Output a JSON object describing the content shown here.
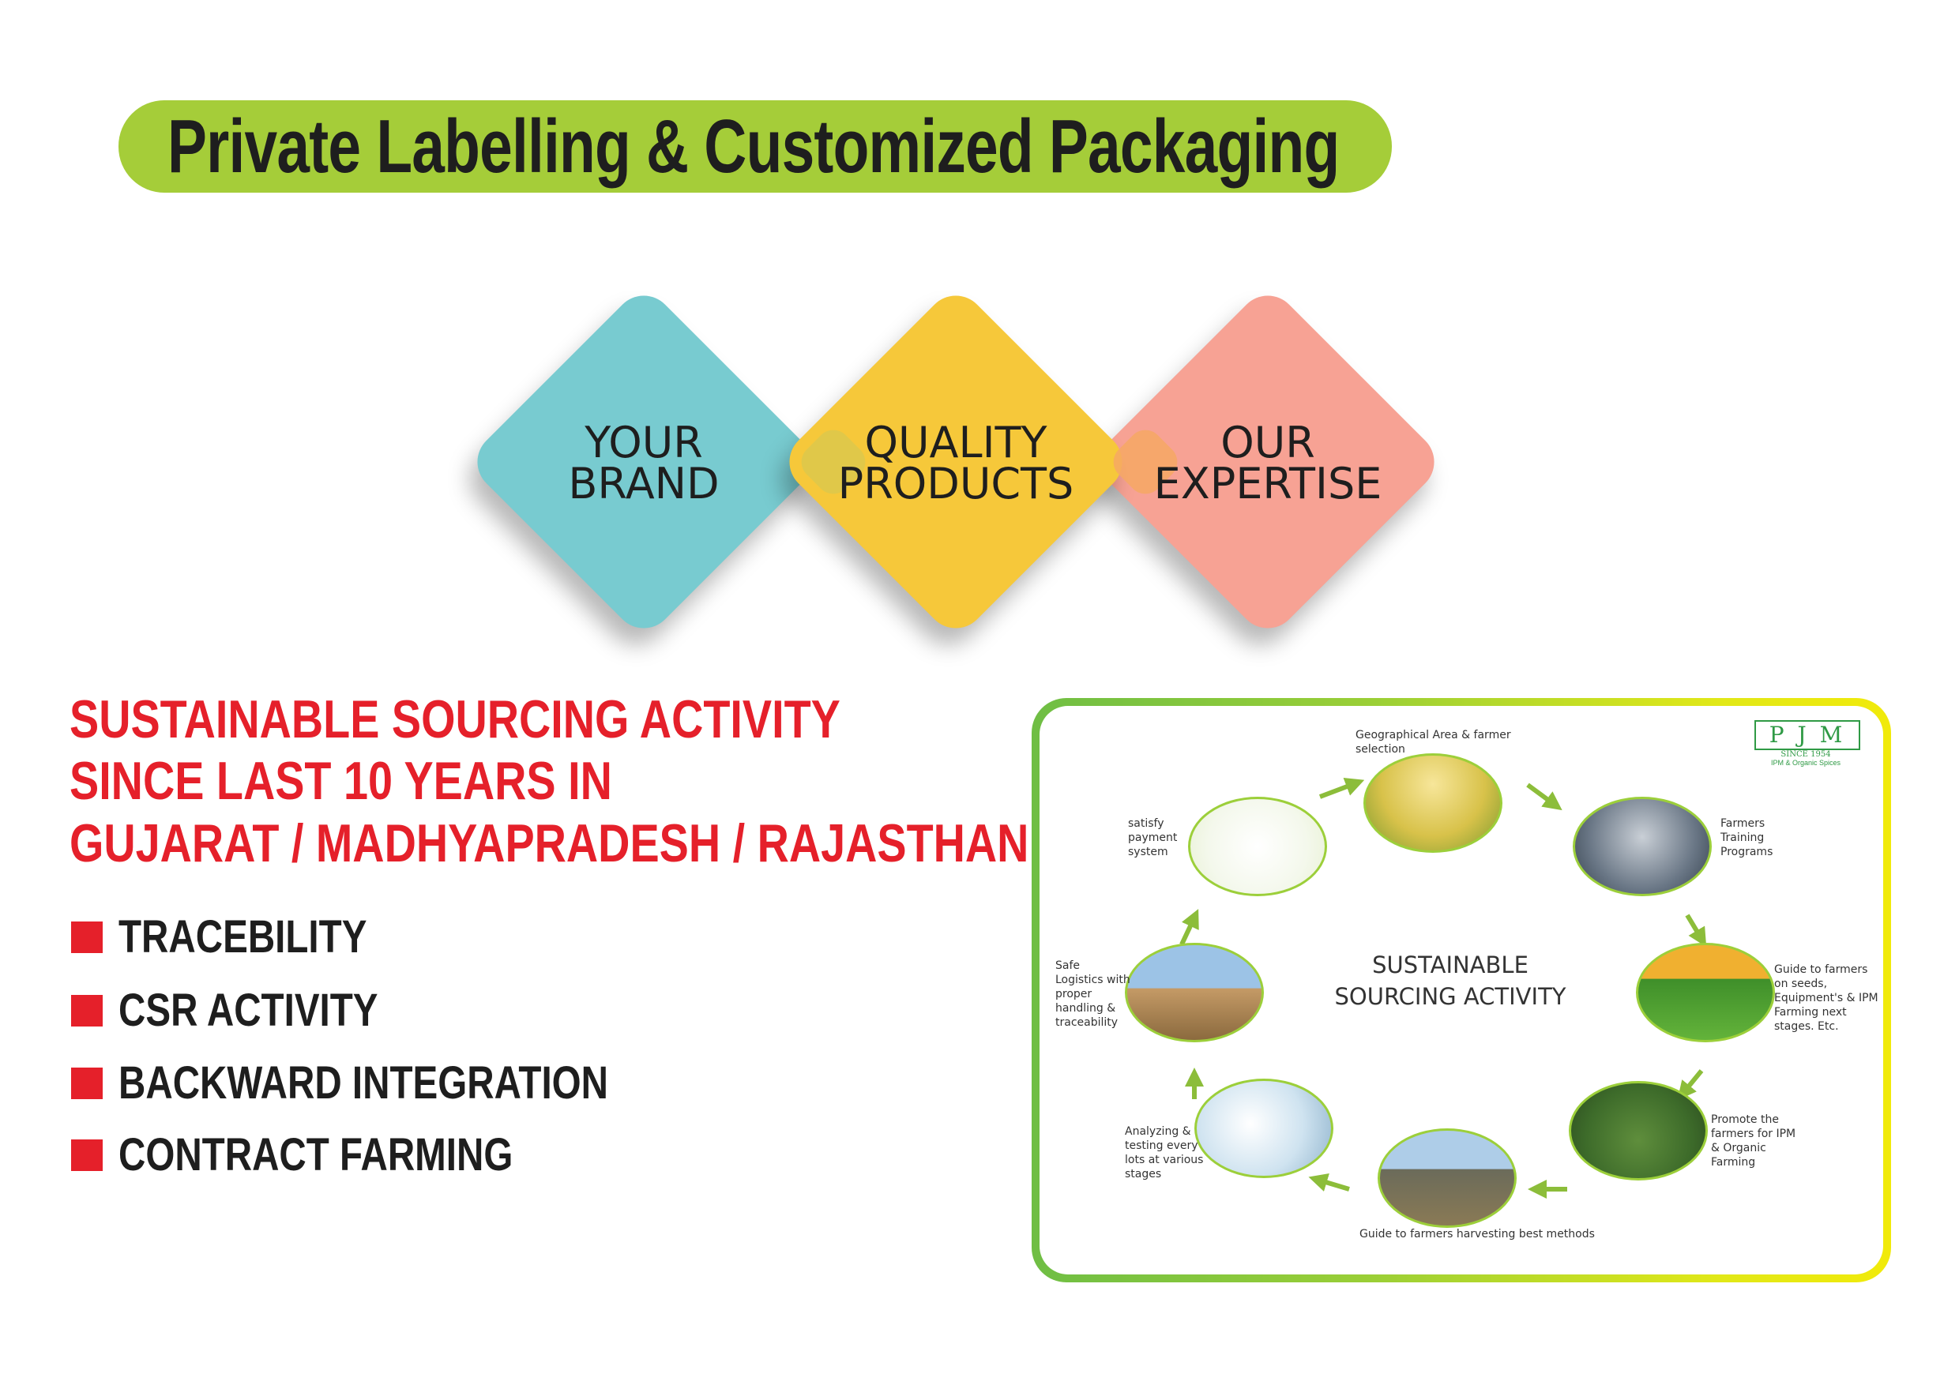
{
  "title": "Private Labelling & Customized Packaging",
  "diamonds": [
    {
      "line1": "YOUR",
      "line2": "BRAND",
      "color": "#78cbd0"
    },
    {
      "line1": "QUALITY",
      "line2": "PRODUCTS",
      "color": "#f6c83a"
    },
    {
      "line1": "OUR",
      "line2": "EXPERTISE",
      "color": "#f7a294"
    }
  ],
  "sourcing": {
    "line1": "SUSTAINABLE SOURCING ACTIVITY",
    "line2": "SINCE LAST 10 YEARS IN",
    "line3": "GUJARAT / MADHYAPRADESH / RAJASTHAN"
  },
  "bullets": [
    "TRACEBILITY",
    "CSR ACTIVITY",
    "BACKWARD INTEGRATION",
    "CONTRACT FARMING"
  ],
  "cycle": {
    "center_line1": "SUSTAINABLE",
    "center_line2": "SOURCING ACTIVITY",
    "logo": {
      "letters": "P J M",
      "since": "SINCE 1954",
      "tagline": "IPM & Organic Spices"
    },
    "steps": [
      {
        "label": "Geographical Area & farmer selection",
        "icon": "farmer-selection-photo"
      },
      {
        "label": "Farmers Training Programs",
        "icon": "training-photo"
      },
      {
        "label": "Guide to farmers on seeds, Equipment's & IPM Farming next stages. Etc.",
        "icon": "tractor-photo"
      },
      {
        "label": "Promote the farmers for IPM & Organic Farming",
        "icon": "field-photo"
      },
      {
        "label": "Guide to farmers harvesting best methods",
        "icon": "harvest-photo"
      },
      {
        "label": "Analyzing & testing every lots at various stages",
        "icon": "lab-photo"
      },
      {
        "label": "Safe Logistics with proper handling & traceability",
        "icon": "logistics-photo"
      },
      {
        "label": "satisfy payment system",
        "icon": "payment-photo"
      }
    ]
  },
  "colors": {
    "accent_green": "#a5cd39",
    "red": "#e5202a",
    "arrow_green": "#8cbd3a"
  }
}
